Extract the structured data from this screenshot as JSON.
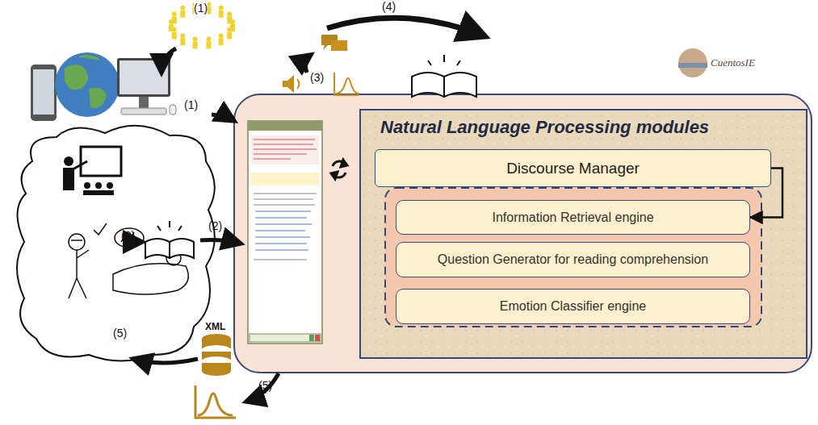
{
  "diagram": {
    "nodes": [
      {
        "text": [
          "Natural Language Processing modules"
        ]
      },
      {
        "text": [
          "Discourse Manager"
        ],
        "in": 0
      },
      {
        "text": [
          "Information Retrieval engine"
        ],
        "in": 0
      },
      {
        "text": [
          "Question Generator for reading comprehension"
        ],
        "in": 0
      },
      {
        "text": [
          "Emotion Classifier engine"
        ],
        "in": 0
      }
    ],
    "edges": [
      {
        "from": 1,
        "to": 2,
        "arrow": "to"
      }
    ],
    "labels": [
      "(1)",
      "(1)",
      "(2)",
      "(2)",
      "(3)",
      "(4)",
      "(5)",
      "(5)",
      "XML",
      "CuentosIE"
    ]
  }
}
